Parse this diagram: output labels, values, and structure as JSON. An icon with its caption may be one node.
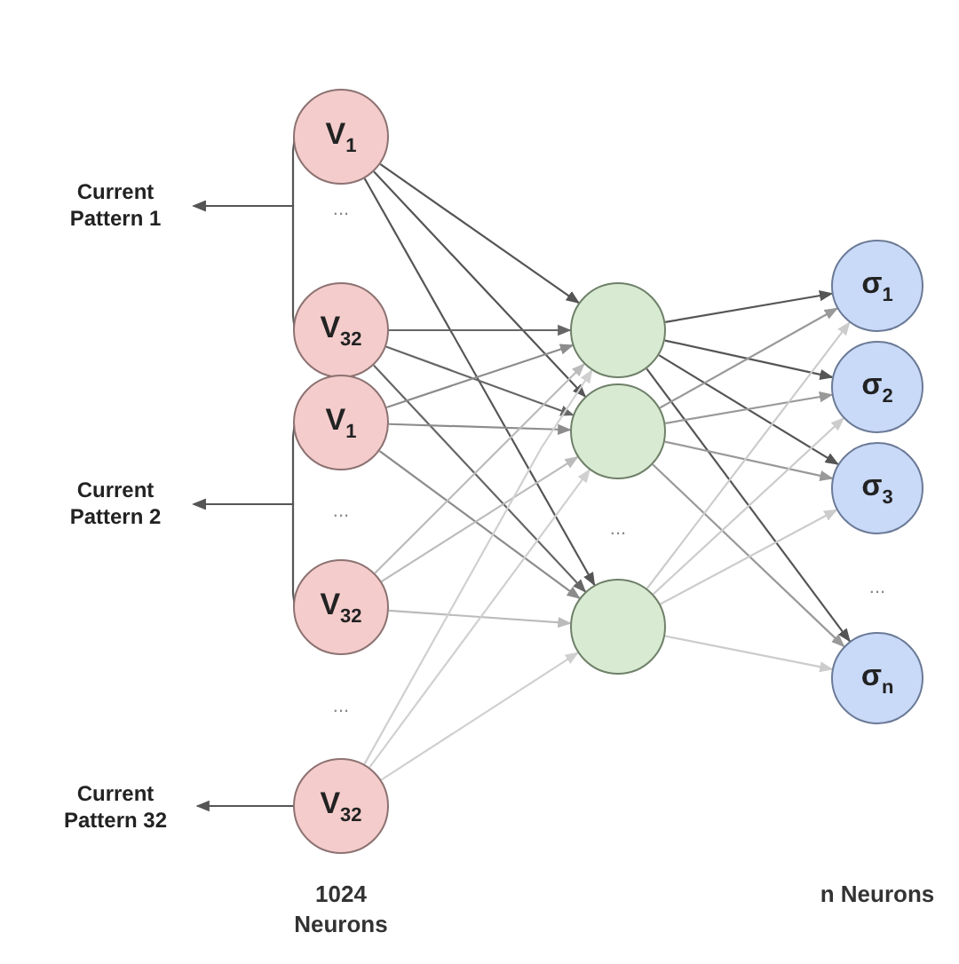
{
  "diagram": {
    "nodes": [
      {
        "text": [
          "V$_{1}$"
        ]
      },
      {
        "text": [
          "V$_{32}$"
        ]
      },
      {
        "text": [
          "V$_{1}$"
        ]
      },
      {
        "text": [
          "V$_{32}$"
        ]
      },
      {
        "text": [
          "V$_{32}$"
        ]
      },
      {
        "text": [],
        "shape": "circle"
      },
      {
        "text": [],
        "shape": "circle"
      },
      {
        "text": [],
        "shape": "circle"
      },
      {
        "text": [
          "σ$_{1}$"
        ]
      },
      {
        "text": [
          "σ$_{2}$"
        ]
      },
      {
        "text": [
          "σ$_{3}$"
        ]
      },
      {
        "text": [
          "σ$_{n}$"
        ]
      },
      {
        "text": [
          "Current Pattern 1"
        ]
      },
      {
        "text": [
          "Current Pattern 2"
        ]
      },
      {
        "text": [
          "Current Pattern 32"
        ]
      }
    ],
    "edges": [
      {
        "from": 0,
        "to": 12,
        "arrow": "to"
      },
      {
        "from": 1,
        "to": 12,
        "arrow": "to"
      },
      {
        "from": 2,
        "to": 13,
        "arrow": "to"
      },
      {
        "from": 3,
        "to": 13,
        "arrow": "to"
      },
      {
        "from": 4,
        "to": 14,
        "arrow": "to"
      },
      {
        "from": 0,
        "to": 5,
        "arrow": "to",
        "color": "#555555"
      },
      {
        "from": 0,
        "to": 6,
        "arrow": "to",
        "color": "#555555"
      },
      {
        "from": 0,
        "to": 7,
        "arrow": "to",
        "color": "#555555"
      },
      {
        "from": 1,
        "to": 5,
        "arrow": "to",
        "color": "#666666"
      },
      {
        "from": 1,
        "to": 6,
        "arrow": "to",
        "color": "#666666"
      },
      {
        "from": 1,
        "to": 7,
        "arrow": "to",
        "color": "#666666"
      },
      {
        "from": 2,
        "to": 5,
        "arrow": "to",
        "color": "#8c8c8c"
      },
      {
        "from": 2,
        "to": 6,
        "arrow": "to",
        "color": "#8c8c8c"
      },
      {
        "from": 2,
        "to": 7,
        "arrow": "to",
        "color": "#8c8c8c"
      },
      {
        "from": 3,
        "to": 5,
        "arrow": "to",
        "color": "#bbbbbb"
      },
      {
        "from": 3,
        "to": 6,
        "arrow": "to",
        "color": "#bbbbbb"
      },
      {
        "from": 3,
        "to": 7,
        "arrow": "to",
        "color": "#bbbbbb"
      },
      {
        "from": 4,
        "to": 5,
        "arrow": "to",
        "color": "#d0d0d0"
      },
      {
        "from": 4,
        "to": 6,
        "arrow": "to",
        "color": "#d0d0d0"
      },
      {
        "from": 4,
        "to": 7,
        "arrow": "to",
        "color": "#d0d0d0"
      },
      {
        "from": 5,
        "to": 8,
        "arrow": "to",
        "color": "#555555"
      },
      {
        "from": 5,
        "to": 9,
        "arrow": "to",
        "color": "#555555"
      },
      {
        "from": 5,
        "to": 10,
        "arrow": "to",
        "color": "#555555"
      },
      {
        "from": 5,
        "to": 11,
        "arrow": "to",
        "color": "#555555"
      },
      {
        "from": 6,
        "to": 8,
        "arrow": "to",
        "color": "#999999"
      },
      {
        "from": 6,
        "to": 9,
        "arrow": "to",
        "color": "#999999"
      },
      {
        "from": 6,
        "to": 10,
        "arrow": "to",
        "color": "#999999"
      },
      {
        "from": 6,
        "to": 11,
        "arrow": "to",
        "color": "#999999"
      },
      {
        "from": 7,
        "to": 8,
        "arrow": "to",
        "color": "#cccccc"
      },
      {
        "from": 7,
        "to": 9,
        "arrow": "to",
        "color": "#cccccc"
      },
      {
        "from": 7,
        "to": 10,
        "arrow": "to",
        "color": "#cccccc"
      },
      {
        "from": 7,
        "to": 11,
        "arrow": "to",
        "color": "#cccccc"
      }
    ],
    "labels": [
      "...",
      "...",
      "...",
      "...",
      "...",
      "1024 Neurons",
      "n Neurons"
    ]
  }
}
